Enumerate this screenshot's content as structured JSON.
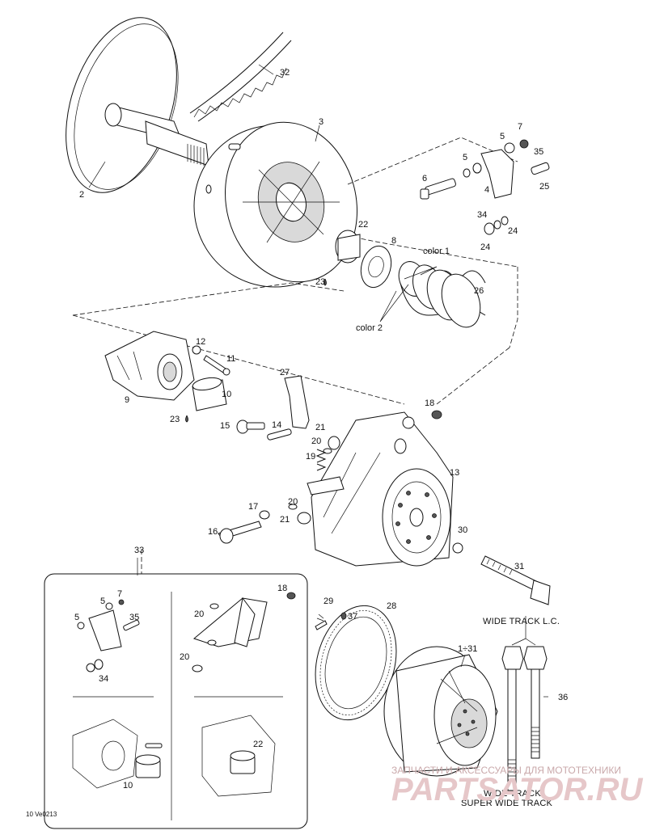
{
  "callouts": {
    "c2": "2",
    "c32": "32",
    "c3": "3",
    "c5a": "5",
    "c7a": "7",
    "c5b": "5",
    "c35a": "35",
    "c6": "6",
    "c4": "4",
    "c25": "25",
    "c34a": "34",
    "c24a": "24",
    "c24b": "24",
    "c22a": "22",
    "c8": "8",
    "c23a": "23",
    "c26": "26",
    "c12": "12",
    "c11": "11",
    "c27": "27",
    "c9": "9",
    "c10a": "10",
    "c23b": "23",
    "c18a": "18",
    "c15": "15",
    "c14": "14",
    "c21a": "21",
    "c20a": "20",
    "c19": "19",
    "c13": "13",
    "c17": "17",
    "c20b": "20",
    "c21b": "21",
    "c16": "16",
    "c30": "30",
    "c31": "31",
    "c33": "33",
    "c7b": "7",
    "c5c": "5",
    "c5d": "5",
    "c35b": "35",
    "c34b": "34",
    "c18b": "18",
    "c20c": "20",
    "c20d": "20",
    "c29": "29",
    "c37": "37",
    "c28": "28",
    "c1x31": "1÷31",
    "c36": "36",
    "c10b": "10",
    "c22b": "22"
  },
  "labels": {
    "color1": "color 1",
    "color2": "color 2",
    "wide_track_lc": "WIDE TRACK L.C.",
    "wide_track": "WIDE TRACK",
    "super_wide_track": "SUPER WIDE TRACK",
    "drawing_code": "10 Ve0213"
  },
  "watermark": {
    "line1": "ЗАПЧАСТИ И АКСЕССУАРЫ ДЛЯ МОТОТЕХНИКИ",
    "line2": "PARTSATOR.RU",
    "color": "#e6c7c9"
  }
}
